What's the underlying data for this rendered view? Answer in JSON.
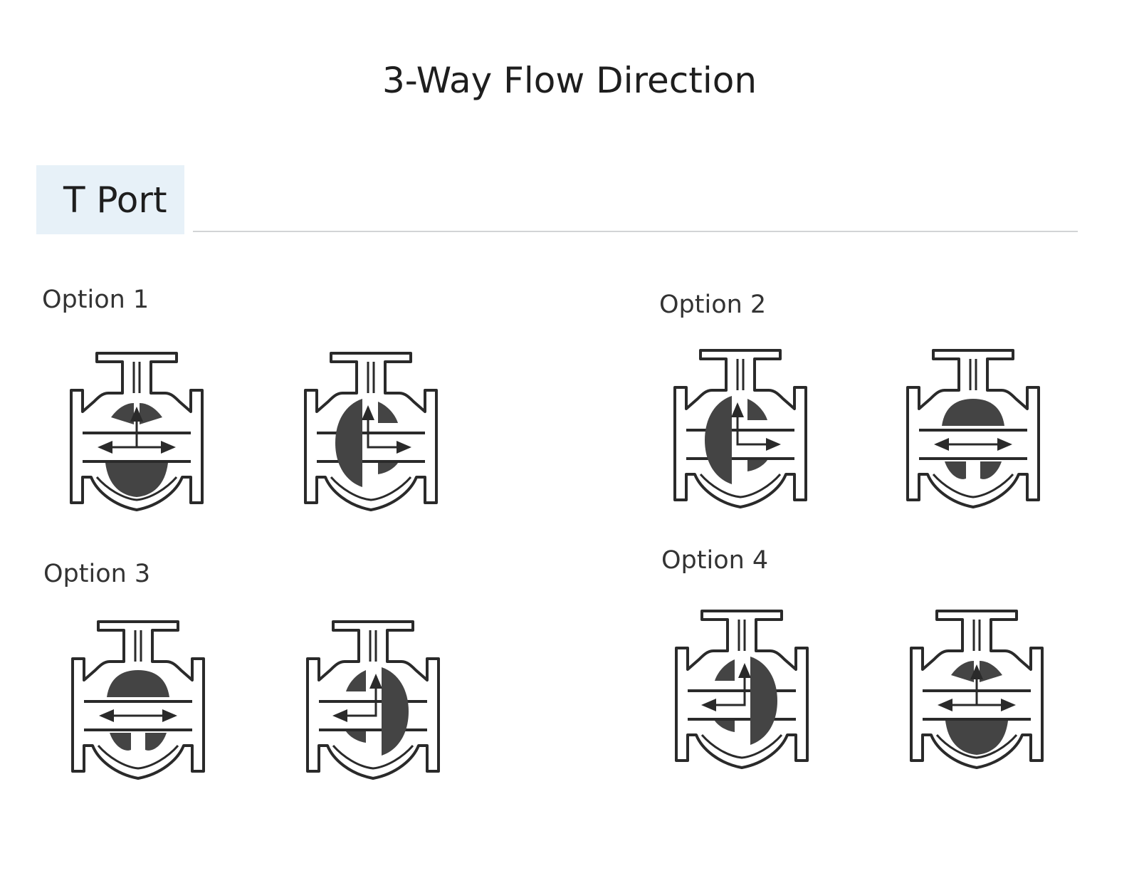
{
  "page": {
    "title": "3-Way Flow Direction"
  },
  "section": {
    "tab_label": "T Port"
  },
  "options": [
    {
      "label": "Option 1",
      "valves": [
        {
          "ball": "bottom",
          "flow": "lr-up"
        },
        {
          "ball": "left",
          "flow": "up-right"
        }
      ]
    },
    {
      "label": "Option 2",
      "valves": [
        {
          "ball": "left",
          "flow": "up-right"
        },
        {
          "ball": "top",
          "flow": "lr"
        }
      ]
    },
    {
      "label": "Option 3",
      "valves": [
        {
          "ball": "top",
          "flow": "lr"
        },
        {
          "ball": "right",
          "flow": "up-left"
        }
      ]
    },
    {
      "label": "Option 4",
      "valves": [
        {
          "ball": "right",
          "flow": "up-left"
        },
        {
          "ball": "bottom",
          "flow": "lr-up"
        }
      ]
    }
  ],
  "colors": {
    "stroke": "#2a2a2a",
    "ball": "#444444",
    "tab_bg": "#e7f1f8",
    "divider": "#d2d4d6"
  }
}
